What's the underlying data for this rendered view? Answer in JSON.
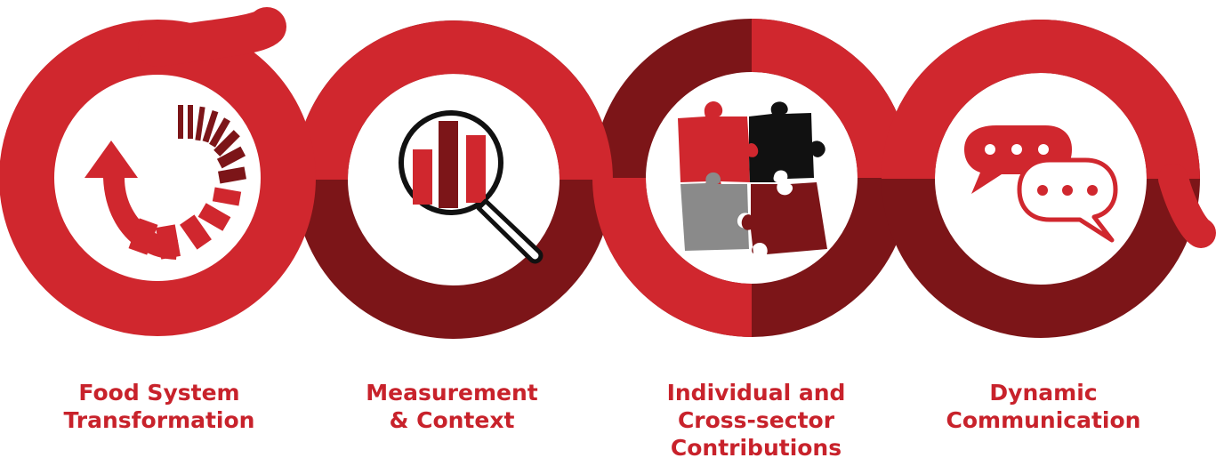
{
  "colors": {
    "red": "#d0272e",
    "dark_red": "#7c1518",
    "label_red": "#c8222b",
    "black": "#111111",
    "gray": "#8a8a8a",
    "white": "#ffffff"
  },
  "steps": [
    {
      "icon": "progress-arrow-icon",
      "label_lines": [
        "Food System",
        "Transformation"
      ]
    },
    {
      "icon": "magnifier-bar-chart-icon",
      "label_lines": [
        "Measurement",
        "& Context"
      ]
    },
    {
      "icon": "puzzle-pieces-icon",
      "label_lines": [
        "Individual and",
        "Cross-sector",
        "Contributions"
      ]
    },
    {
      "icon": "chat-bubbles-icon",
      "label_lines": [
        "Dynamic",
        "Communication"
      ]
    }
  ]
}
